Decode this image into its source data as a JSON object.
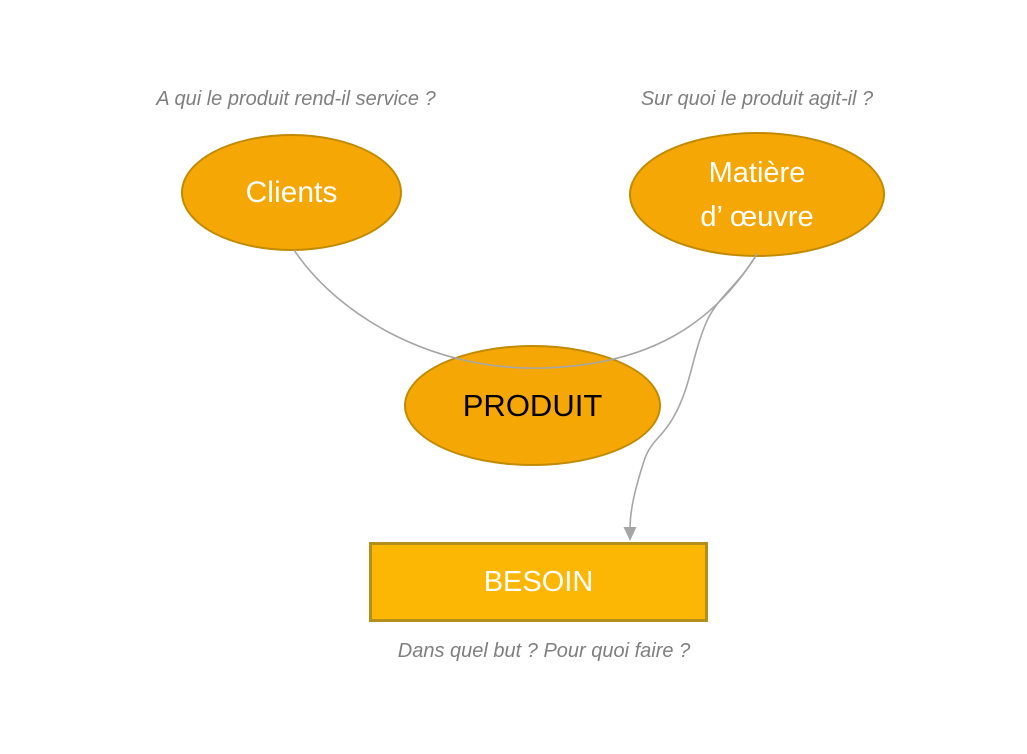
{
  "diagram": {
    "captions": {
      "clients_question": "A qui le produit rend-il service ?",
      "matiere_question": "Sur quoi le produit agit-il ?",
      "besoin_question": "Dans quel but ? Pour quoi faire ?"
    },
    "nodes": {
      "clients": {
        "label": "Clients"
      },
      "matiere": {
        "label_line1": "Matière",
        "label_line2": "d’ œuvre"
      },
      "produit": {
        "label": "PRODUIT"
      },
      "besoin": {
        "label": "BESOIN"
      }
    },
    "colors": {
      "ellipse_fill": "#F5A805",
      "ellipse_border": "#C18A00",
      "rect_fill": "#FCB705",
      "rect_border": "#B3901B",
      "connector": "#A6A6A6",
      "caption_text": "#7F7F7F",
      "label_light": "#FFFFFF",
      "label_dark": "#000000"
    }
  }
}
